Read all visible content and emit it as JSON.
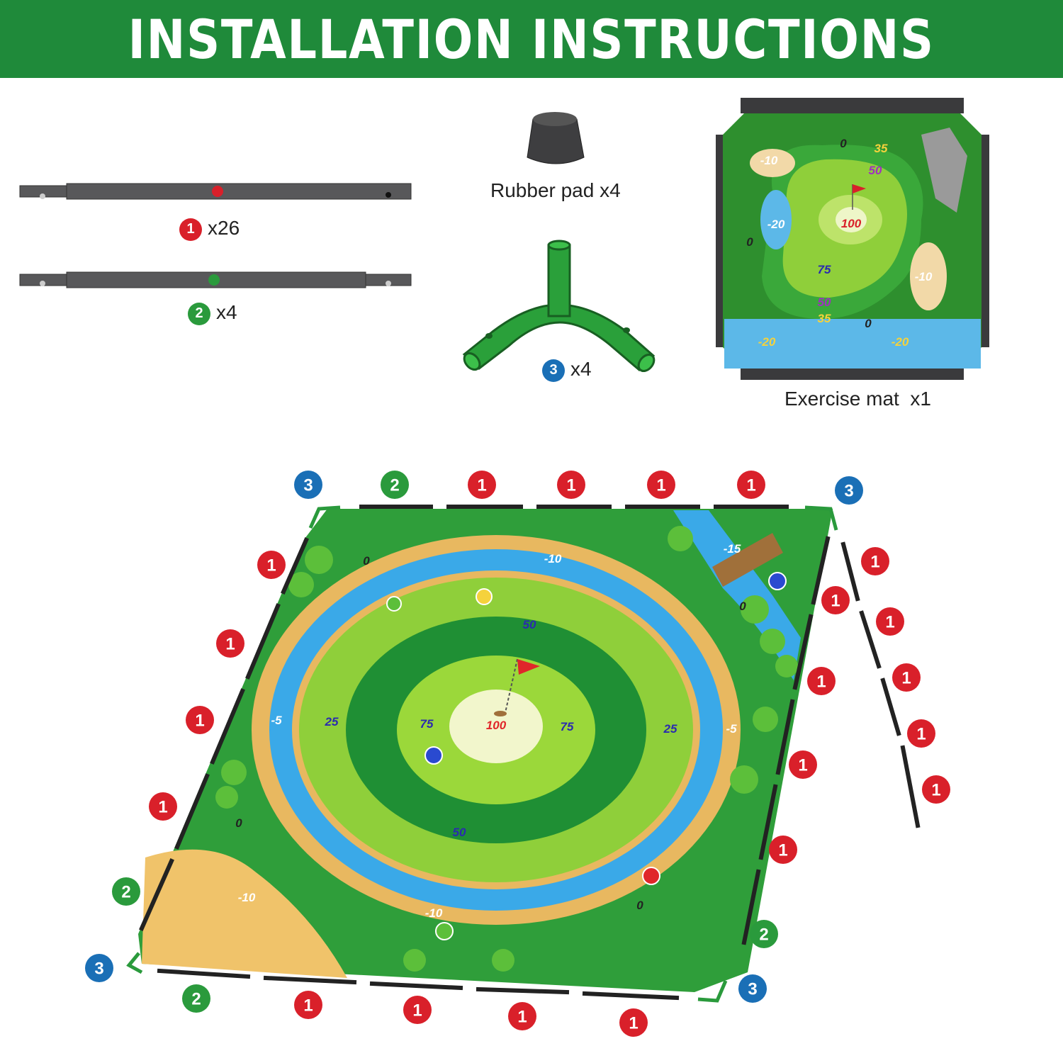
{
  "header": {
    "title": "INSTALLATION INSTRUCTIONS"
  },
  "parts": {
    "rod1": {
      "badge": "1",
      "qty": "x26"
    },
    "rod2": {
      "badge": "2",
      "qty": "x4"
    },
    "rubber_pad": {
      "caption": "Rubber pad x4"
    },
    "connector": {
      "badge": "3",
      "qty": "x4"
    },
    "mat": {
      "caption": "Exercise mat  x1"
    }
  },
  "mat_small_scores": [
    "-10",
    "0",
    "35",
    "50",
    "-20",
    "100",
    "0",
    "75",
    "-10",
    "50",
    "35",
    "0",
    "-20",
    "-20"
  ],
  "mat_scores": {
    "center": "100",
    "inner": [
      "75",
      "75"
    ],
    "middle": [
      "50",
      "50"
    ],
    "outer": [
      "25",
      "25"
    ],
    "river": [
      "-10",
      "-10",
      "-15"
    ],
    "sand": [
      "-5",
      "-5",
      "-10"
    ],
    "rough": [
      "0",
      "0",
      "0",
      "0"
    ]
  },
  "colors": {
    "banner": "#1f8a3a",
    "red": "#d9202a",
    "green": "#2a9a3c",
    "blue": "#1a6fb6"
  }
}
